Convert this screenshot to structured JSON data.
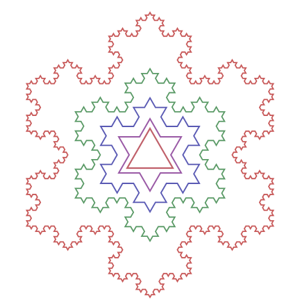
{
  "figure": {
    "description_visible_text": "",
    "curves": [
      {
        "name": "koch-iteration-0",
        "iterations": 0,
        "color": "#c0606a"
      },
      {
        "name": "koch-iteration-1",
        "iterations": 1,
        "color": "#9a5aa6"
      },
      {
        "name": "koch-iteration-2",
        "iterations": 2,
        "color": "#5a5ab4"
      },
      {
        "name": "koch-iteration-3",
        "iterations": 3,
        "color": "#5a9a66"
      },
      {
        "name": "koch-iteration-4",
        "iterations": 4,
        "color": "#c85a5a"
      }
    ]
  }
}
